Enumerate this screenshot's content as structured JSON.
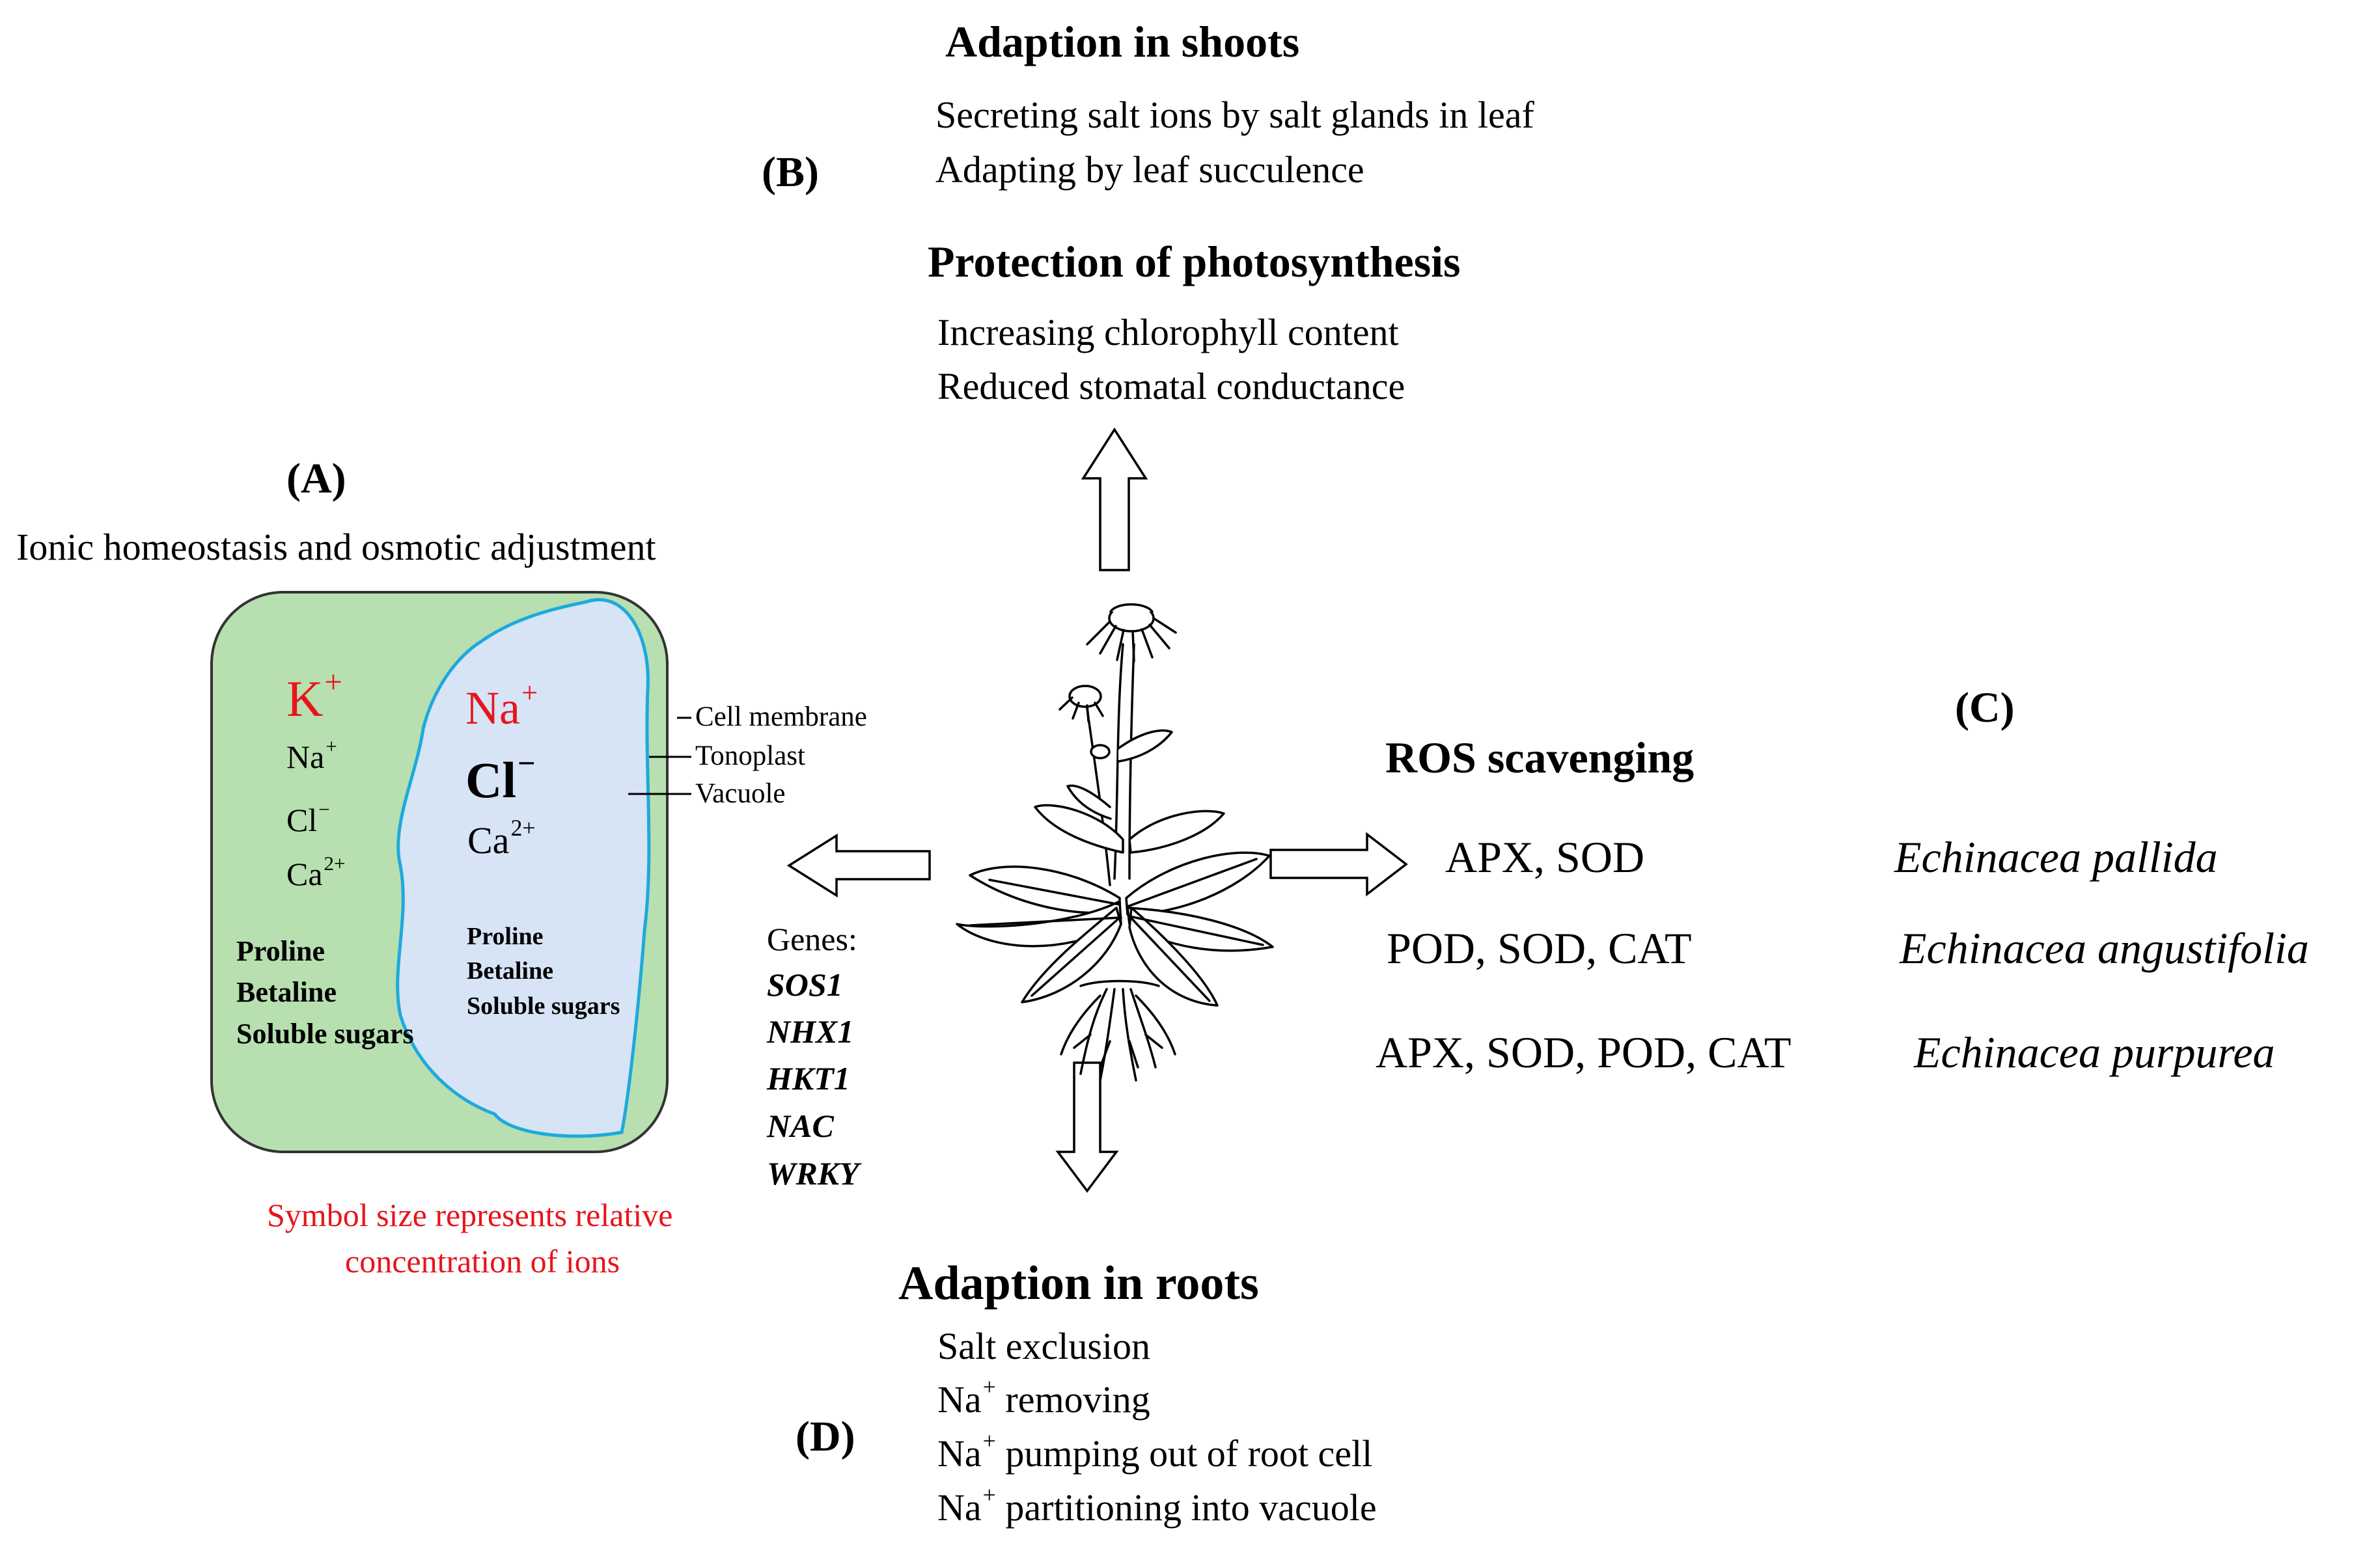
{
  "shoots": {
    "label": "(B)",
    "title": "Adaption in shoots",
    "items": [
      "Secreting salt ions by salt glands in leaf",
      "Adapting by leaf succulence"
    ]
  },
  "photosynthesis": {
    "title": "Protection of photosynthesis",
    "items": [
      "Increasing chlorophyll content",
      "Reduced stomatal conductance"
    ]
  },
  "ionic": {
    "label": "(A)",
    "title": "Ionic homeostasis and osmotic adjustment",
    "cell": {
      "outer_ions": [
        {
          "base": "K",
          "charge": "+"
        },
        {
          "base": "Na",
          "charge": "+"
        },
        {
          "base": "Cl",
          "charge": "−"
        },
        {
          "base": "Ca",
          "charge": "2+"
        }
      ],
      "vacuole_ions": [
        {
          "base": "Na",
          "charge": "+"
        },
        {
          "base": "Cl",
          "charge": "−"
        },
        {
          "base": "Ca",
          "charge": "2+"
        }
      ],
      "outer_osmolytes": [
        "Proline",
        "Betaline",
        "Soluble sugars"
      ],
      "vacuole_osmolytes": [
        "Proline",
        "Betaline",
        "Soluble sugars"
      ],
      "labels": [
        "Cell membrane",
        "Tonoplast",
        "Vacuole"
      ],
      "colors": {
        "cytoplasm": "#b7dfb0",
        "vacuole": "#d6e4f5",
        "tonoplast": "#1ea9dc",
        "membrane": "#333333",
        "highlight": "#e8141b"
      }
    },
    "note": [
      "Symbol size represents relative",
      "concentration of ions"
    ]
  },
  "genes": {
    "label": "Genes:",
    "items": [
      "SOS1",
      "NHX1",
      "HKT1",
      "NAC",
      "WRKY"
    ]
  },
  "ros": {
    "label": "(C)",
    "title": "ROS scavenging",
    "rows": [
      {
        "enzymes": "APX, SOD",
        "species": "Echinacea pallida"
      },
      {
        "enzymes": "POD, SOD, CAT",
        "species": "Echinacea angustifolia"
      },
      {
        "enzymes": "APX, SOD, POD, CAT",
        "species": "Echinacea purpurea"
      }
    ]
  },
  "roots": {
    "label": "(D)",
    "title": "Adaption in roots",
    "items": [
      {
        "pre": "Salt exclusion",
        "sup": "",
        "post": ""
      },
      {
        "pre": "Na",
        "sup": "+",
        "post": " removing"
      },
      {
        "pre": "Na",
        "sup": "+",
        "post": " pumping out of root cell"
      },
      {
        "pre": "Na",
        "sup": "+",
        "post": " partitioning into vacuole"
      }
    ]
  },
  "plant": {
    "icon": "echinacea-plant-icon"
  }
}
